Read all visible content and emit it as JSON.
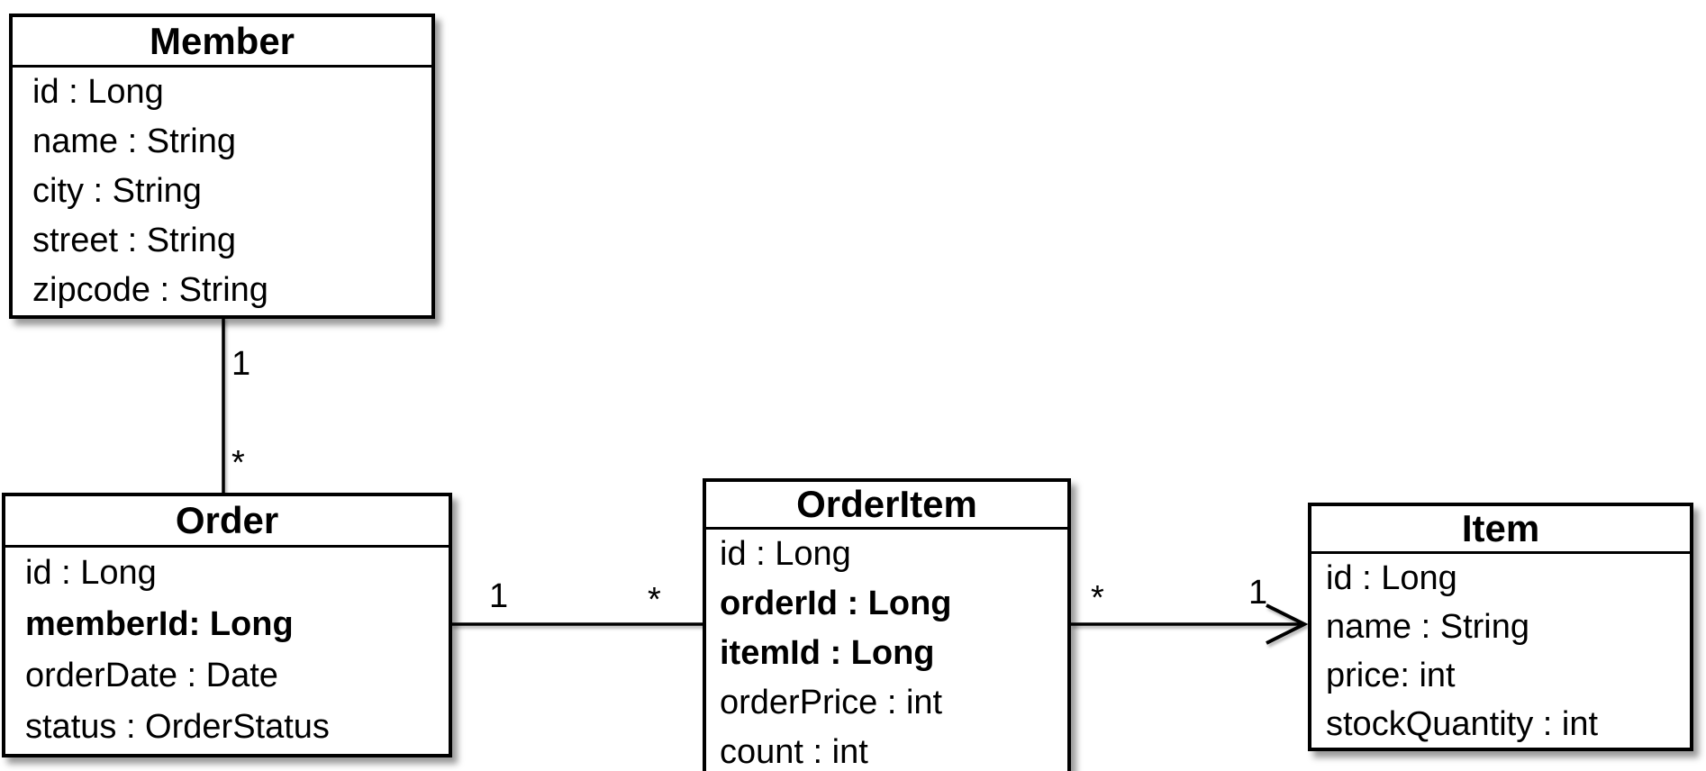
{
  "diagram": {
    "type": "uml-class-diagram",
    "colors": {
      "background": "#ffffff",
      "box_fill": "#ffffff",
      "line": "#000000",
      "text": "#000000"
    },
    "classes": [
      {
        "name": "Member",
        "attributes": [
          {
            "text": "id : Long",
            "bold": false
          },
          {
            "text": "name : String",
            "bold": false
          },
          {
            "text": "city : String",
            "bold": false
          },
          {
            "text": "street : String",
            "bold": false
          },
          {
            "text": "zipcode : String",
            "bold": false
          }
        ]
      },
      {
        "name": "Order",
        "attributes": [
          {
            "text": "id : Long",
            "bold": false
          },
          {
            "text": "memberId: Long",
            "bold": true
          },
          {
            "text": "orderDate : Date",
            "bold": false
          },
          {
            "text": "status : OrderStatus",
            "bold": false
          }
        ]
      },
      {
        "name": "OrderItem",
        "attributes": [
          {
            "text": "id : Long",
            "bold": false
          },
          {
            "text": "orderId : Long",
            "bold": true
          },
          {
            "text": "itemId : Long",
            "bold": true
          },
          {
            "text": "orderPrice : int",
            "bold": false
          },
          {
            "text": "count : int",
            "bold": false
          }
        ]
      },
      {
        "name": "Item",
        "attributes": [
          {
            "text": "id : Long",
            "bold": false
          },
          {
            "text": "name : String",
            "bold": false
          },
          {
            "text": "price: int",
            "bold": false
          },
          {
            "text": "stockQuantity : int",
            "bold": false
          }
        ]
      }
    ],
    "relationships": [
      {
        "source": "Member",
        "target": "Order",
        "source_multiplicity": "1",
        "target_multiplicity": "*",
        "arrowhead": false
      },
      {
        "source": "Order",
        "target": "OrderItem",
        "source_multiplicity": "1",
        "target_multiplicity": "*",
        "arrowhead": false
      },
      {
        "source": "OrderItem",
        "target": "Item",
        "source_multiplicity": "*",
        "target_multiplicity": "1",
        "arrowhead": true
      }
    ]
  }
}
